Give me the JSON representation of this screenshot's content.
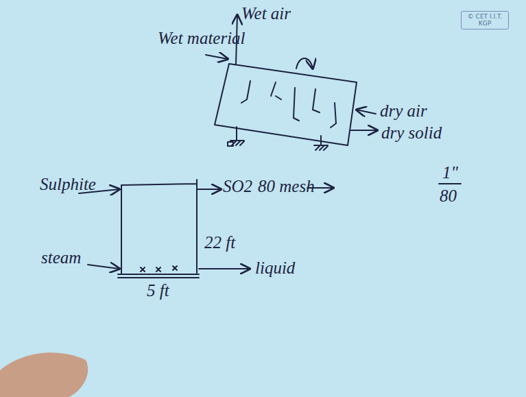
{
  "diagram": {
    "labels": [
      "Wet material",
      "Wet air",
      "dry air",
      "dry solid",
      "© CET I.I.T. KGP",
      "Sulphite",
      "SO2",
      "80 mesh",
      "1\"",
      "80",
      "22 ft",
      "steam",
      "liquid",
      "5 ft"
    ]
  }
}
